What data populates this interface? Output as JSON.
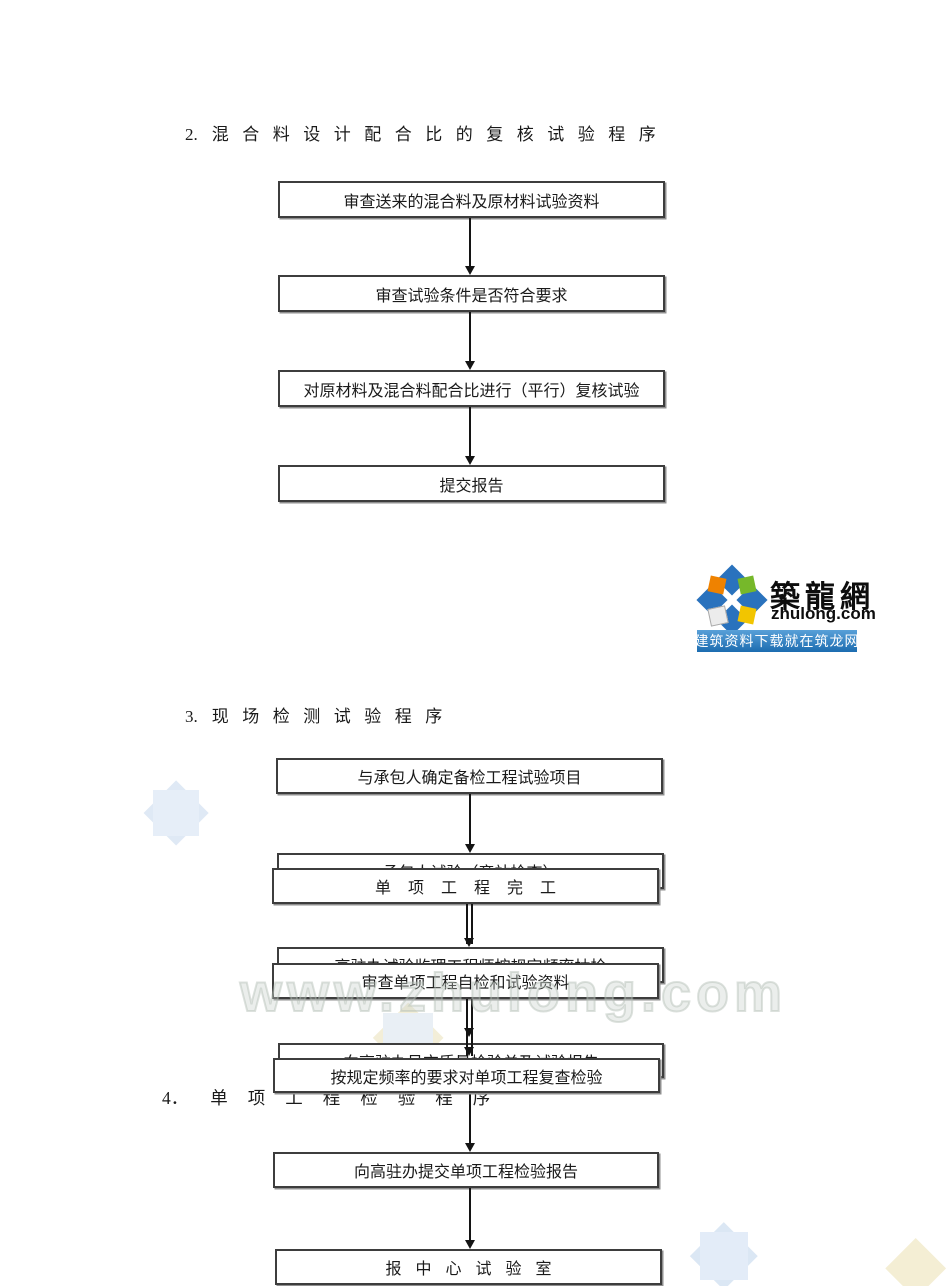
{
  "document": {
    "headings": {
      "h2": {
        "number": "2.",
        "title": "混合料设计配合比的复核试验程序"
      },
      "h3": {
        "number": "3.",
        "title": "现场检测试验程序"
      },
      "h4": {
        "number": "4．",
        "title": "单项工程检验程序"
      }
    },
    "flow_mix_design": {
      "boxes": [
        "审查送来的混合料及原材料试验资料",
        "审查试验条件是否符合要求",
        "对原材料及混合料配合比进行（平行）复核试验",
        "提交报告"
      ]
    },
    "flow_site_test": {
      "boxes": [
        "与承包人确定备检工程试验项目",
        "承包人试验（旁站检查）",
        "高驻办试验监理工程师按规定频率抽检",
        "向高驻办呈交质量检验单及试验报告"
      ]
    },
    "flow_unit_inspection": {
      "boxes": [
        "单项工程完工",
        "审查单项工程自检和试验资料",
        "按规定频率的要求对单项工程复查检验",
        "向高驻办提交单项工程检验报告",
        "报中心试验室"
      ]
    }
  },
  "logo": {
    "name": "築龍網",
    "domain": "zhulong.com",
    "banner": "建筑资料下载就在筑龙网",
    "colors": {
      "blue": "#2a72bd",
      "orange": "#ef8200",
      "green": "#76b82a",
      "yellow": "#f2c500",
      "gray": "#dcdcdc",
      "banner_blue": "#1c6cb0"
    }
  },
  "watermark": {
    "text": "www.zhulong.com",
    "snowflake_blue": "#dfe9f5",
    "snowflake_yellow": "#f4eed4"
  }
}
